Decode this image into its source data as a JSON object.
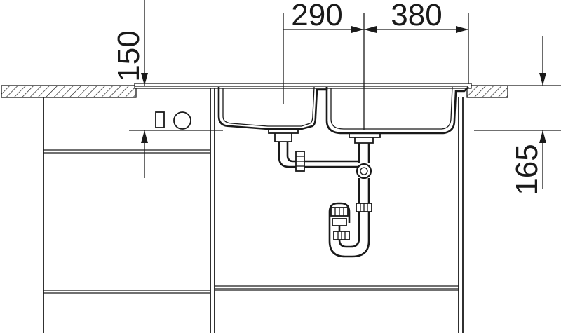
{
  "dimensions": {
    "bowl_left_width": "290",
    "bowl_right_width": "380",
    "height_above": "150",
    "depth_below": "165"
  },
  "colors": {
    "line": "#1a1a1a",
    "background": "#ffffff"
  }
}
